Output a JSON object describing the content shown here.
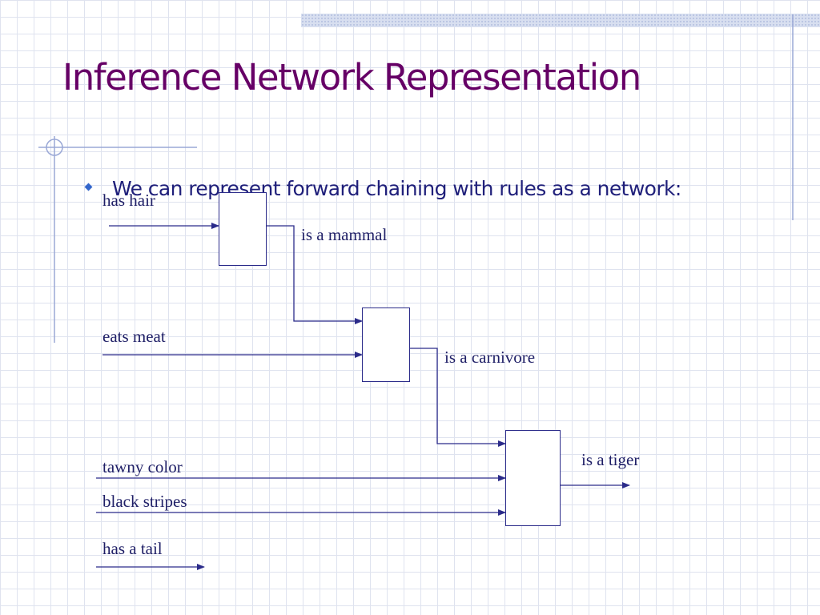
{
  "slide": {
    "title": "Inference Network Representation",
    "bullet": "We can represent forward chaining with rules as a network:"
  },
  "network": {
    "inputs": {
      "has_hair": "has hair",
      "eats_meat": "eats meat",
      "tawny_color": "tawny color",
      "black_stripes": "black stripes",
      "has_a_tail": "has a tail"
    },
    "conclusions": {
      "is_a_mammal": "is a mammal",
      "is_a_carnivore": "is a carnivore",
      "is_a_tiger": "is a tiger"
    }
  },
  "colors": {
    "title": "#660066",
    "bullet_text": "#1f1f7a",
    "bullet_marker": "#3366cc",
    "diagram_lines": "#2b2b8a",
    "grid": "#dfe3ef"
  }
}
